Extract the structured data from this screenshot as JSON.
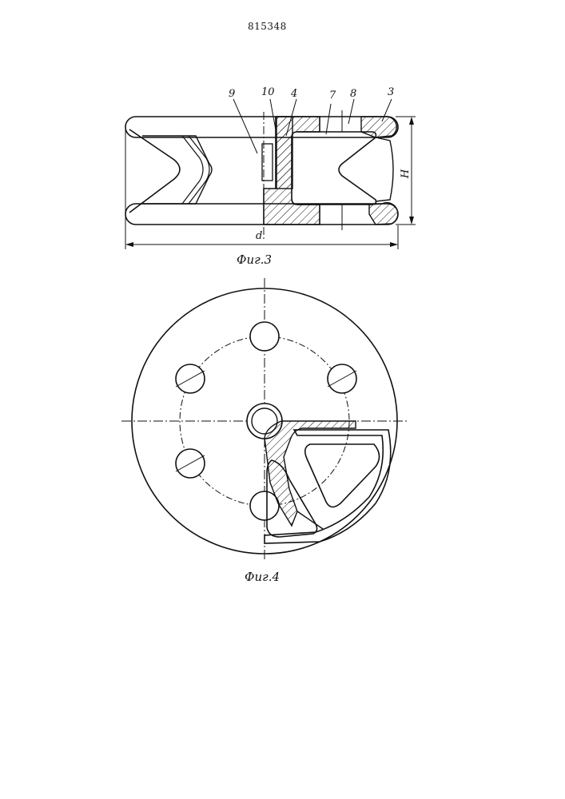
{
  "page_number": "815348",
  "figure3": {
    "caption": "Фиг.3",
    "labels": {
      "l9": "9",
      "l10": "10",
      "l4": "4",
      "l7": "7",
      "l8": "8",
      "l3": "3"
    },
    "dimension_h": "H",
    "dimension_d": "d"
  },
  "figure4": {
    "caption": "Фиг.4"
  },
  "colors": {
    "ink": "#111111",
    "paper": "#ffffff"
  }
}
